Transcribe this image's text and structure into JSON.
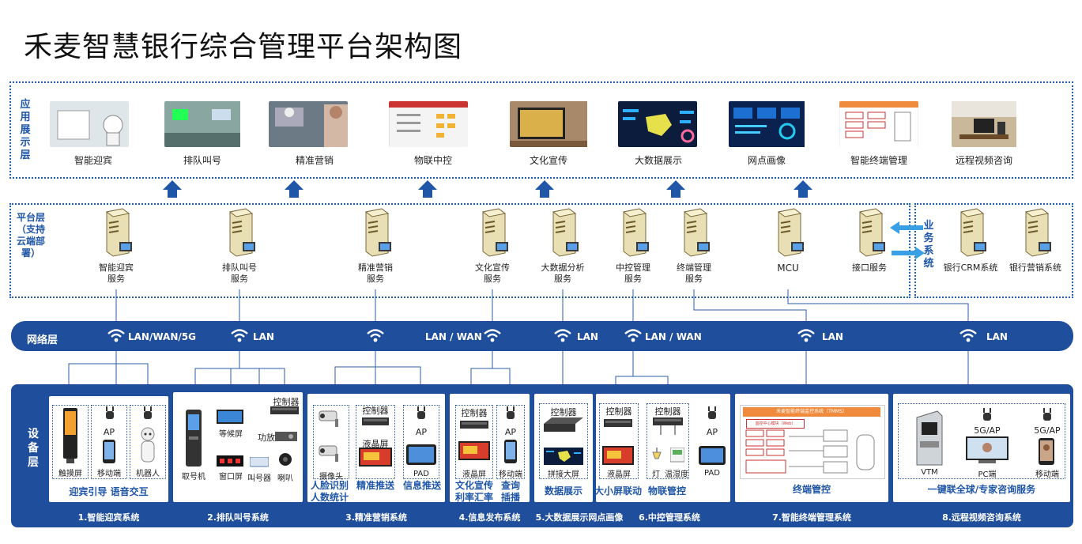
{
  "title": "禾麦智慧银行综合管理平台架构图",
  "layers": {
    "app": "应用展示层",
    "platform": "平台层（支持云端部署）",
    "business": "业务系统",
    "network": "网络层",
    "device": "设备层"
  },
  "app_items": [
    "智能迎宾",
    "排队叫号",
    "精准营销",
    "物联中控",
    "文化宣传",
    "大数据展示",
    "网点画像",
    "智能终端管理",
    "远程视频咨询"
  ],
  "servers": [
    {
      "l1": "智能迎宾",
      "l2": "服务"
    },
    {
      "l1": "排队叫号",
      "l2": "服务"
    },
    {
      "l1": "精准营销",
      "l2": "服务"
    },
    {
      "l1": "文化宣传",
      "l2": "服务"
    },
    {
      "l1": "大数据分析",
      "l2": "服务"
    },
    {
      "l1": "中控管理",
      "l2": "服务"
    },
    {
      "l1": "终端管理",
      "l2": "服务"
    },
    {
      "l1": "MCU",
      "l2": ""
    },
    {
      "l1": "接口服务",
      "l2": ""
    }
  ],
  "business_servers": [
    "银行CRM系统",
    "银行营销系统"
  ],
  "network": [
    "LAN/WAN/5G",
    "LAN",
    "LAN / WAN",
    "LAN",
    "LAN / WAN",
    "LAN",
    "LAN"
  ],
  "devices": {
    "s1": {
      "items": [
        "触摸屏",
        "AP",
        "移动端",
        "机器人"
      ],
      "bottom": "迎宾引导  语音交互",
      "name": "1.智能迎宾系统"
    },
    "s2": {
      "items": [
        "取号机",
        "等候屏",
        "窗口屏",
        "叫号器",
        "控制器",
        "功放",
        "喇叭"
      ],
      "name": "2.排队叫号系统"
    },
    "s3": {
      "items": [
        "摄像头",
        "控制器",
        "液晶屏",
        "AP",
        "PAD"
      ],
      "b1": "人脸识别",
      "b2": "人数统计",
      "b3": "精准推送",
      "b4": "信息推送",
      "name": "3.精准营销系统"
    },
    "s4": {
      "items": [
        "控制器",
        "液晶屏",
        "AP",
        "移动端"
      ],
      "b1": "文化宣传",
      "b2": "利率汇率",
      "b3": "查询",
      "b4": "插播",
      "name": "4.信息发布系统"
    },
    "s5": {
      "items": [
        "控制器",
        "拼接大屏"
      ],
      "bottom": "数据展示",
      "name": "5.大数据展示网点画像"
    },
    "s6": {
      "items": [
        "控制器",
        "液晶屏",
        "控制器",
        "灯",
        "温湿度",
        "AP",
        "PAD"
      ],
      "b1": "大小屏联动",
      "b2": "物联管控",
      "name": "6.中控管理系统"
    },
    "s7": {
      "screen_title": "禾麦智能终端监控系统（TMMS）",
      "screen_sub": "监控中心模块（Web）",
      "bottom": "终端管控",
      "name": "7.智能终端管理系统"
    },
    "s8": {
      "items": [
        "VTM",
        "5G/AP",
        "PC端",
        "5G/AP",
        "移动端"
      ],
      "bottom": "一键联全球/专家咨询服务",
      "name": "8.远程视频咨询系统"
    }
  },
  "colors": {
    "accent": "#1f4e9c",
    "label": "#1f56a8",
    "arrow": "#1f56a8"
  }
}
